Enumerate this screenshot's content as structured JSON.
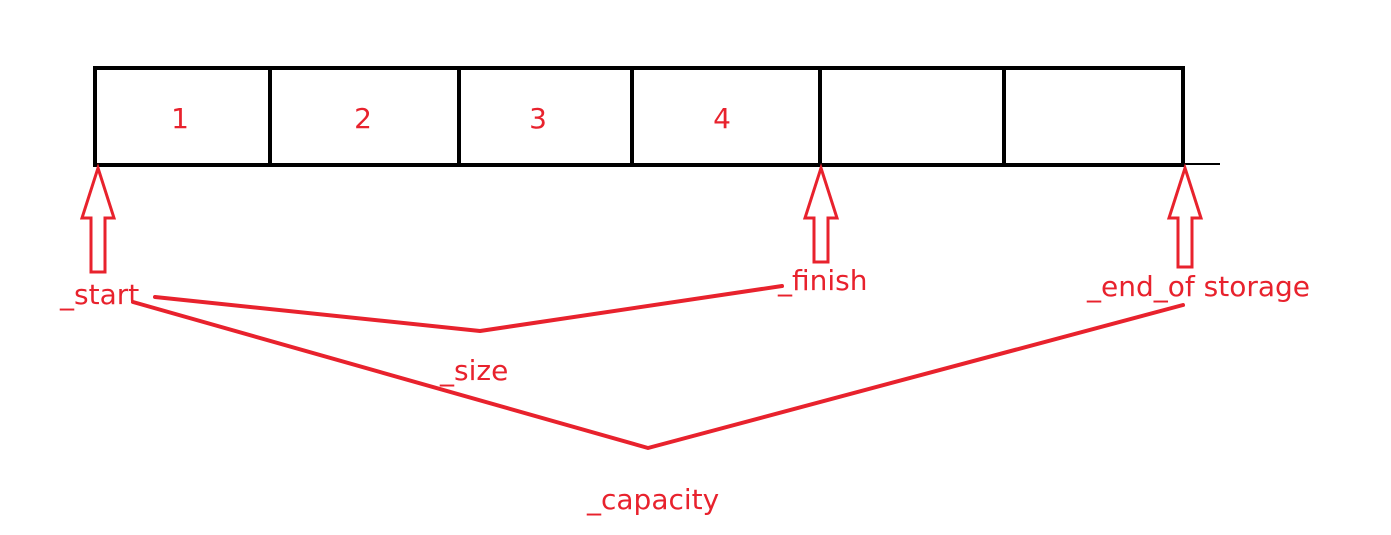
{
  "diagram": {
    "colors": {
      "outline": "#000000",
      "annotation": "#e8222d"
    },
    "cells": [
      "1",
      "2",
      "3",
      "4",
      "",
      ""
    ],
    "labels": {
      "start": "_start",
      "finish": "_finish",
      "end_of_storage": "_end_of storage",
      "size": "_size",
      "capacity": "_capacity"
    }
  }
}
